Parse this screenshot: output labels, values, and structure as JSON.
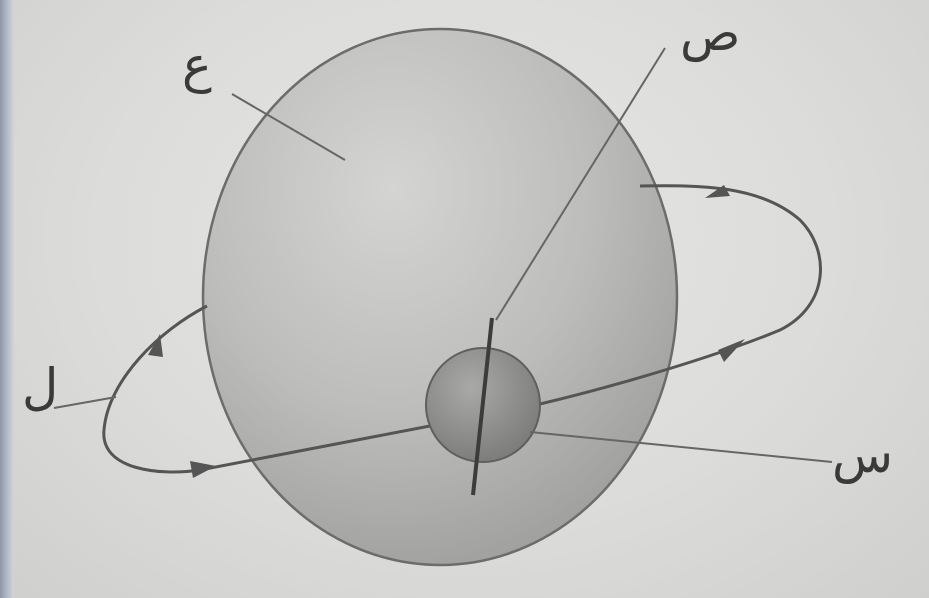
{
  "labels": {
    "ain": "ع",
    "sad": "ص",
    "lam": "ل",
    "sin": "س"
  },
  "colors": {
    "background": "#dcdcda",
    "large_sphere_fill": "#b3b3b3",
    "small_sphere_fill": "#8f8f8f",
    "line": "#555555"
  }
}
